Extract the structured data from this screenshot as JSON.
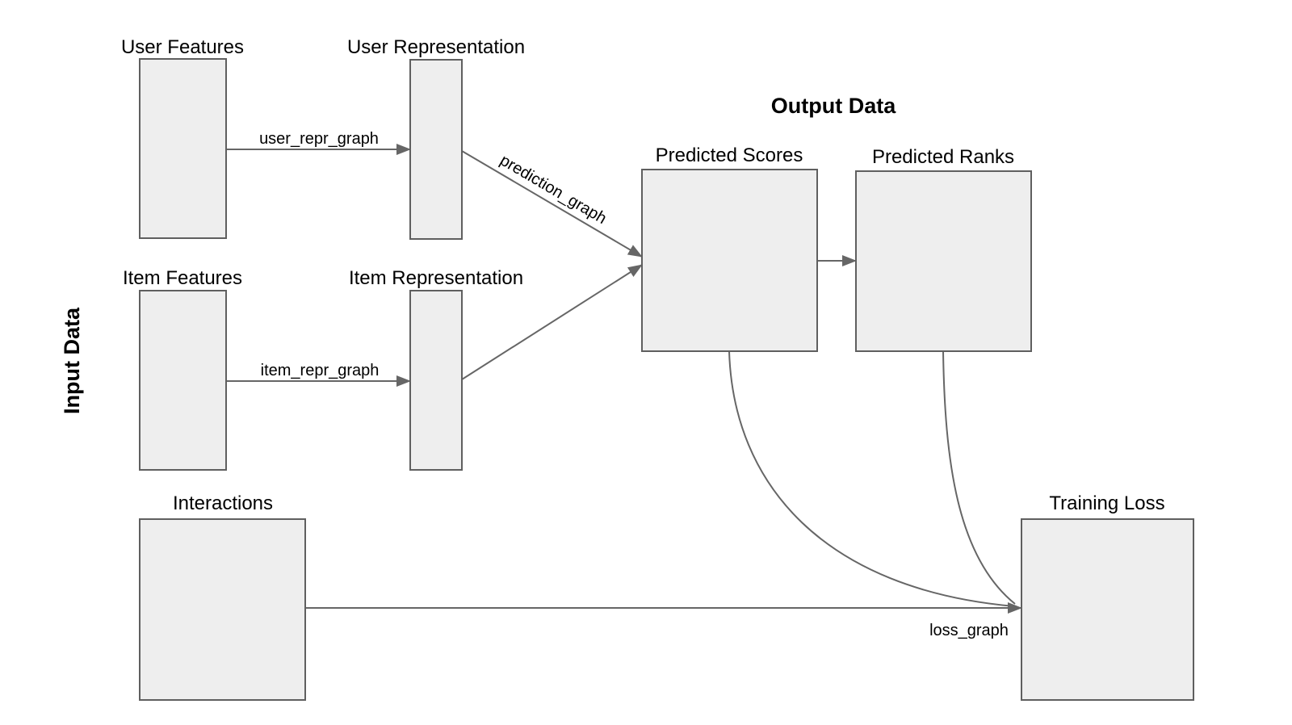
{
  "diagram": {
    "group_titles": {
      "input": "Input Data",
      "output": "Output Data"
    },
    "nodes": {
      "user_features": {
        "label": "User Features"
      },
      "user_representation": {
        "label": "User Representation"
      },
      "item_features": {
        "label": "Item Features"
      },
      "item_representation": {
        "label": "Item Representation"
      },
      "predicted_scores": {
        "label": "Predicted Scores"
      },
      "predicted_ranks": {
        "label": "Predicted Ranks"
      },
      "interactions": {
        "label": "Interactions"
      },
      "training_loss": {
        "label": "Training Loss"
      }
    },
    "edge_labels": {
      "user_repr": "user_repr_graph",
      "item_repr": "item_repr_graph",
      "prediction": "prediction_graph",
      "loss": "loss_graph"
    },
    "colors": {
      "node_fill": "#eeeeee",
      "node_border": "#5f5f5f",
      "edge": "#666666",
      "text": "#000000",
      "background": "#ffffff"
    }
  }
}
